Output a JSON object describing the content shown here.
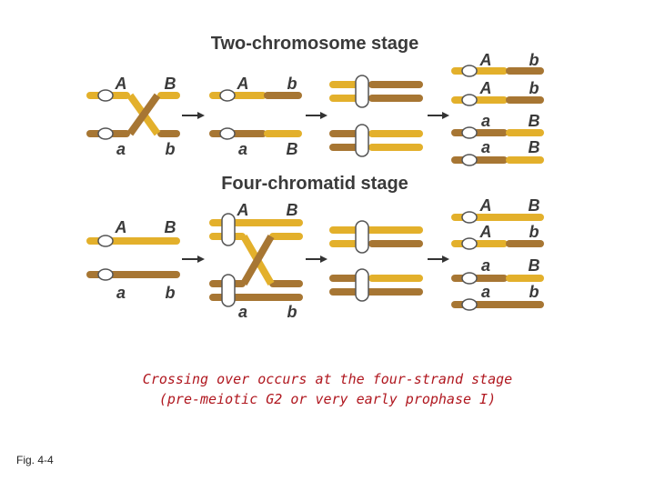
{
  "colors": {
    "light": "#E3B02B",
    "dark": "#A77633",
    "centromere_fill": "#ffffff",
    "centromere_stroke": "#555555",
    "arrow": "#333333",
    "caption": "#b0171f"
  },
  "stage1": {
    "title": "Two-chromosome stage",
    "panel1": {
      "top_labels": [
        "A",
        "B"
      ],
      "bottom_labels": [
        "a",
        "b"
      ]
    },
    "panel2": {
      "top_labels": [
        "A",
        "b"
      ],
      "bottom_labels": [
        "a",
        "B"
      ]
    },
    "panel4_labels": [
      [
        "A",
        "b"
      ],
      [
        "A",
        "b"
      ],
      [
        "a",
        "B"
      ],
      [
        "a",
        "B"
      ]
    ]
  },
  "stage2": {
    "title": "Four-chromatid stage",
    "panel1": {
      "top_labels": [
        "A",
        "B"
      ],
      "bottom_labels": [
        "a",
        "b"
      ]
    },
    "panel2": {
      "top_labels": [
        "A",
        "B"
      ],
      "bottom_labels": [
        "a",
        "b"
      ]
    },
    "panel4_labels": [
      [
        "A",
        "B"
      ],
      [
        "A",
        "b"
      ],
      [
        "a",
        "B"
      ],
      [
        "a",
        "b"
      ]
    ]
  },
  "caption": {
    "line1": "Crossing over occurs at the four-strand stage",
    "line2": "(pre-meiotic G2 or very early prophase I)"
  },
  "fig_label": "Fig. 4-4"
}
